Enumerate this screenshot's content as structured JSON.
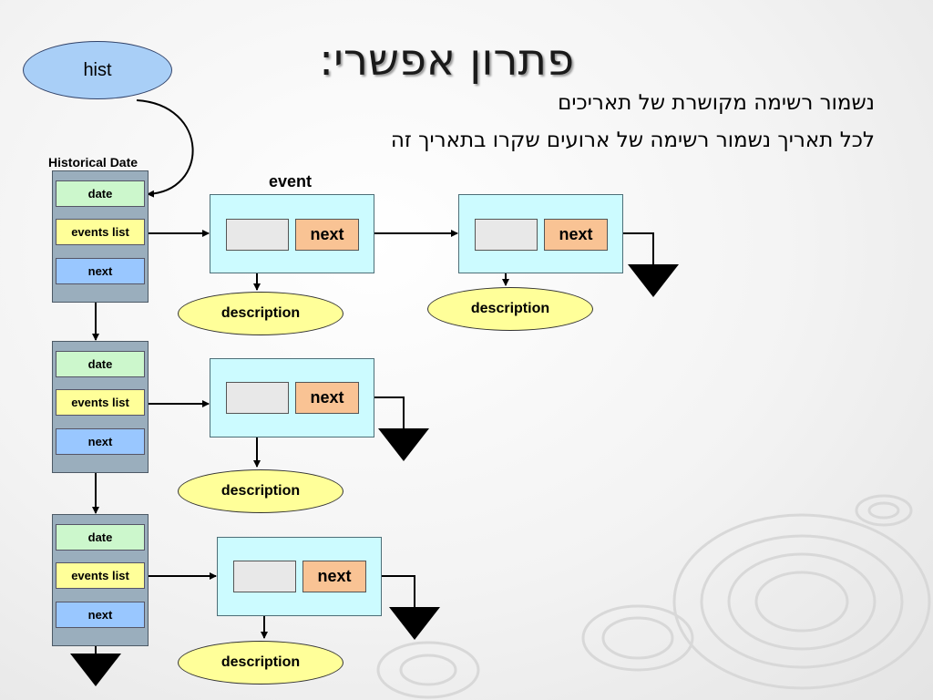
{
  "title": "פתרון אפשרי:",
  "lines": [
    "נשמור רשימה מקושרת של תאריכים",
    "לכל תאריך נשמור רשימה של ארועים שקרו בתאריך זה"
  ],
  "hist_label": "hist",
  "historical_date_label": "Historical Date",
  "event_label": "event",
  "fields": {
    "date": "date",
    "events_list": "events list",
    "next": "next"
  },
  "event_next": "next",
  "description": "description",
  "colors": {
    "hist": "#a9cff7",
    "date_node": "#9aaebd",
    "date_field": "#ccf7cc",
    "events_field": "#ffff99",
    "next_field": "#99c7ff",
    "event_node": "#ccfbff",
    "next_box": "#f9c394",
    "description": "#ffff99"
  }
}
